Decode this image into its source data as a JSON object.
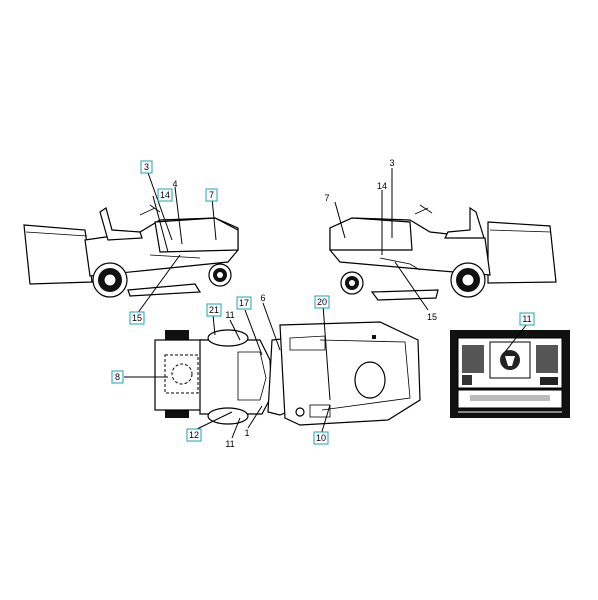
{
  "callouts": {
    "left_3": "3",
    "left_14": "14",
    "left_4": "4",
    "left_7": "7",
    "left_15": "15",
    "right_3": "3",
    "right_14": "14",
    "right_7": "7",
    "right_15": "15",
    "top_21": "21",
    "top_11a": "11",
    "top_17": "17",
    "top_6": "6",
    "top_20": "20",
    "top_8": "8",
    "top_12": "12",
    "top_11b": "11",
    "top_1": "1",
    "top_10": "10",
    "panel_11": "11"
  },
  "boxed": [
    "left_3",
    "left_14",
    "left_7",
    "left_15",
    "top_21",
    "top_17",
    "top_20",
    "top_8",
    "top_12",
    "top_10",
    "panel_11"
  ],
  "colors": {
    "callout_border": "#1aa3b8",
    "line": "#000000"
  }
}
